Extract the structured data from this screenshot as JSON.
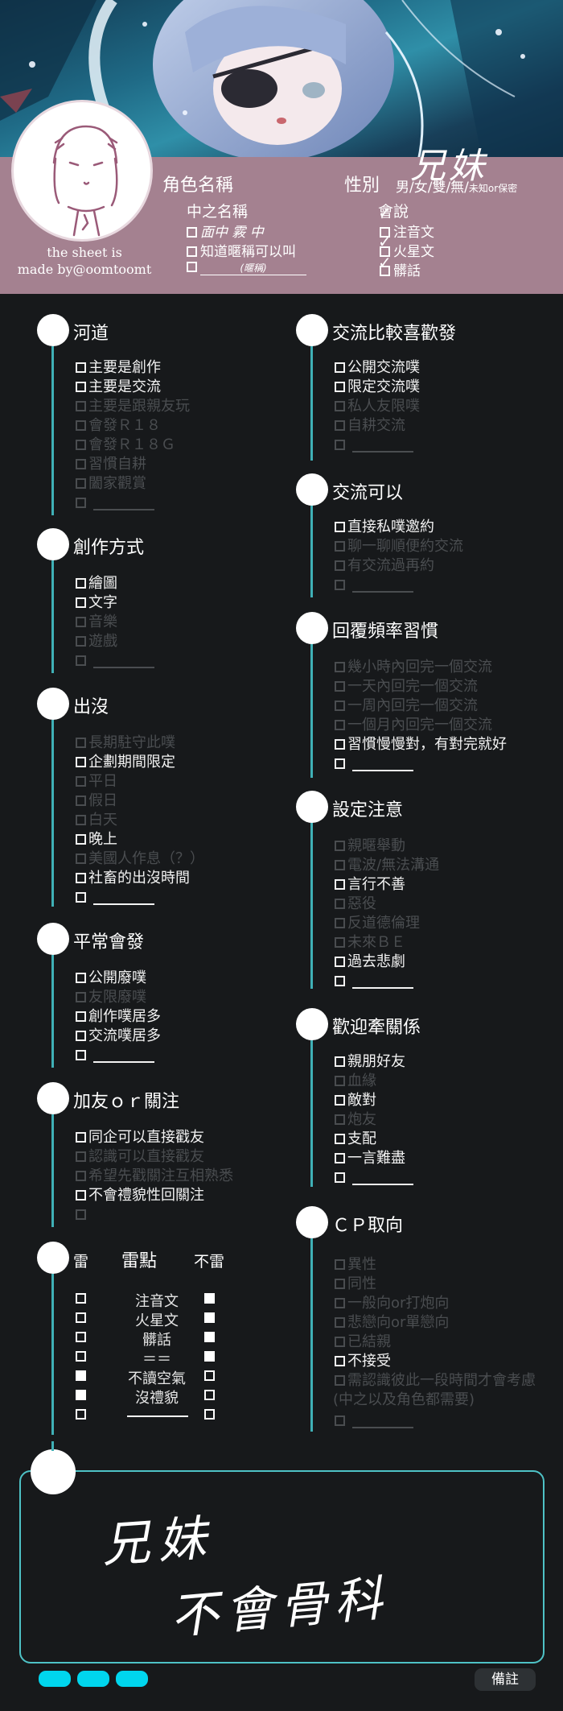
{
  "header": {
    "title_art": "兄妹",
    "credit_line1": "the sheet is",
    "credit_line2": "made by@oomtoomt",
    "char_name_label": "角色名稱",
    "gender_label": "性別",
    "gender_options": "男/女/雙/無/",
    "gender_extra": "未知or保密",
    "chinese_name_label": "中之名稱",
    "cn_opt_1": "面中 霚 中",
    "cn_opt_2": "知道暱稱可以叫",
    "cn_opt_3_hint": "(暱稱)",
    "speak_label": "會說",
    "speak_opt_1": "注音文",
    "speak_opt_2": "火星文",
    "speak_opt_3": "髒話"
  },
  "sections": {
    "fandom": {
      "title": "河道",
      "options": [
        {
          "label": "主要是創作",
          "checked": true
        },
        {
          "label": "主要是交流",
          "checked": true
        },
        {
          "label": "主要是跟親友玩",
          "checked": false
        },
        {
          "label": "會發Ｒ１８",
          "checked": false
        },
        {
          "label": "會發Ｒ１８Ｇ",
          "checked": false
        },
        {
          "label": "習慣自耕",
          "checked": false
        },
        {
          "label": "闔家觀賞",
          "checked": false
        }
      ]
    },
    "creation": {
      "title": "創作方式",
      "options": [
        {
          "label": "繪圖",
          "checked": true
        },
        {
          "label": "文字",
          "checked": true
        },
        {
          "label": "音樂",
          "checked": false
        },
        {
          "label": "遊戲",
          "checked": false
        }
      ]
    },
    "presence": {
      "title": "出沒",
      "options": [
        {
          "label": "長期駐守此噗",
          "checked": false
        },
        {
          "label": "企劃期間限定",
          "checked": true
        },
        {
          "label": "平日",
          "checked": false
        },
        {
          "label": "假日",
          "checked": false
        },
        {
          "label": "白天",
          "checked": false
        },
        {
          "label": "晚上",
          "checked": true
        },
        {
          "label": "美國人作息（？）",
          "checked": false
        },
        {
          "label": "社畜的出沒時間",
          "checked": true
        }
      ]
    },
    "posting": {
      "title": "平常會發",
      "options": [
        {
          "label": "公開廢噗",
          "checked": true
        },
        {
          "label": "友限廢噗",
          "checked": false
        },
        {
          "label": "創作噗居多",
          "checked": true
        },
        {
          "label": "交流噗居多",
          "checked": true
        }
      ]
    },
    "follow": {
      "title": "加友ｏｒ關注",
      "options": [
        {
          "label": "同企可以直接戳友",
          "checked": true
        },
        {
          "label": "認識可以直接戳友",
          "checked": false
        },
        {
          "label": "希望先戳關注互相熟悉",
          "checked": false
        },
        {
          "label": "不會禮貌性回關注",
          "checked": true
        }
      ]
    },
    "mines": {
      "title": "雷點",
      "col_mine": "雷",
      "col_not_mine": "不雷",
      "rows": [
        {
          "label": "注音文",
          "mine": false,
          "not_mine": true
        },
        {
          "label": "火星文",
          "mine": false,
          "not_mine": true
        },
        {
          "label": "髒話",
          "mine": false,
          "not_mine": true
        },
        {
          "label": "＝＝",
          "mine": false,
          "not_mine": true
        },
        {
          "label": "不讀空氣",
          "mine": true,
          "not_mine": false
        },
        {
          "label": "沒禮貌",
          "mine": true,
          "not_mine": false
        }
      ]
    },
    "exchange_pref": {
      "title": "交流比較喜歡發",
      "options": [
        {
          "label": "公開交流噗",
          "checked": true
        },
        {
          "label": "限定交流噗",
          "checked": true
        },
        {
          "label": "私人友限噗",
          "checked": false
        },
        {
          "label": "自耕交流",
          "checked": false
        }
      ]
    },
    "exchange_ok": {
      "title": "交流可以",
      "options": [
        {
          "label": "直接私噗邀約",
          "checked": true
        },
        {
          "label": "聊一聊順便約交流",
          "checked": false
        },
        {
          "label": "有交流過再約",
          "checked": false
        }
      ]
    },
    "reply": {
      "title": "回覆頻率習慣",
      "options": [
        {
          "label": "幾小時內回完一個交流",
          "checked": false
        },
        {
          "label": "一天內回完一個交流",
          "checked": false
        },
        {
          "label": "一周內回完一個交流",
          "checked": false
        },
        {
          "label": "一個月內回完一個交流",
          "checked": false
        },
        {
          "label": "習慣慢慢對，有對完就好",
          "checked": true
        }
      ]
    },
    "settings": {
      "title": "設定注意",
      "options": [
        {
          "label": "親暱舉動",
          "checked": false
        },
        {
          "label": "電波/無法溝通",
          "checked": false
        },
        {
          "label": "言行不善",
          "checked": true
        },
        {
          "label": "惡役",
          "checked": false
        },
        {
          "label": "反道德倫理",
          "checked": false
        },
        {
          "label": "未來ＢＥ",
          "checked": false
        },
        {
          "label": "過去悲劇",
          "checked": true
        }
      ]
    },
    "relations": {
      "title": "歡迎牽關係",
      "options": [
        {
          "label": "親朋好友",
          "checked": true
        },
        {
          "label": "血緣",
          "checked": false
        },
        {
          "label": "敵對",
          "checked": true
        },
        {
          "label": "炮友",
          "checked": false
        },
        {
          "label": "支配",
          "checked": true
        },
        {
          "label": "一言難盡",
          "checked": true
        }
      ]
    },
    "cp": {
      "title": "ＣＰ取向",
      "options": [
        {
          "label": "異性",
          "checked": false
        },
        {
          "label": "同性",
          "checked": false
        },
        {
          "label": "一般向or打炮向",
          "checked": false
        },
        {
          "label": "悲戀向or單戀向",
          "checked": false
        },
        {
          "label": "已結親",
          "checked": false
        },
        {
          "label": "不接受",
          "checked": true
        },
        {
          "label": "需認識彼此一段時間才會考慮",
          "checked": false
        }
      ],
      "extra_note": "(中之以及角色都需要)"
    }
  },
  "note": {
    "line1": "兄妹",
    "line2": "不會骨科"
  },
  "footer": {
    "remark_label": "備註"
  },
  "colors": {
    "background": "#17191b",
    "namebar": "#a48190",
    "accent_line": "#3fb0b6",
    "tab": "#00d6ee"
  }
}
